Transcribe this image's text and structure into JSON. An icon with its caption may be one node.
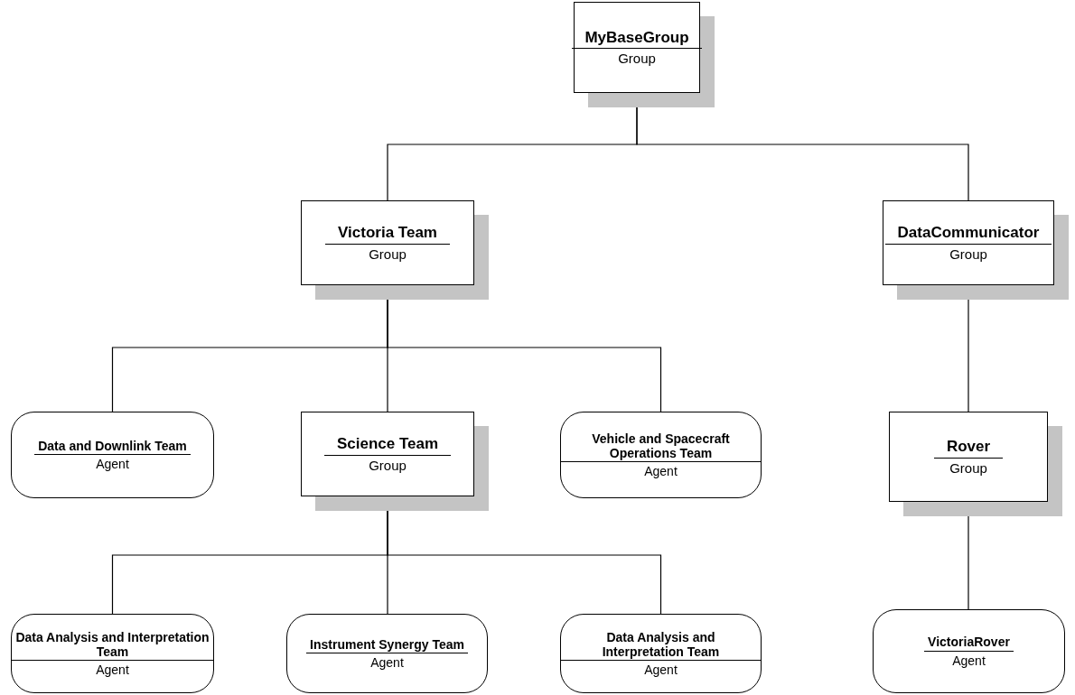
{
  "diagram": {
    "nodes": [
      {
        "text": [
          "MyBaseGroup",
          "Group"
        ]
      },
      {
        "text": [
          "Victoria Team",
          "Group"
        ]
      },
      {
        "text": [
          "DataCommunicator",
          "Group"
        ]
      },
      {
        "text": [
          "Data and Downlink Team",
          "Agent"
        ]
      },
      {
        "text": [
          "Science Team",
          "Group"
        ]
      },
      {
        "text": [
          "Vehicle and Spacecraft Operations Team",
          "Agent"
        ]
      },
      {
        "text": [
          "Rover",
          "Group"
        ]
      },
      {
        "text": [
          "Data Analysis and Interpretation Team",
          "Agent"
        ]
      },
      {
        "text": [
          "Instrument Synergy Team",
          "Agent"
        ]
      },
      {
        "text": [
          "Data Analysis and Interpretation Team",
          "Agent"
        ]
      },
      {
        "text": [
          "VictoriaRover",
          "Agent"
        ]
      }
    ],
    "edges": [
      {
        "from": 0,
        "to": 1,
        "arrow": "none"
      },
      {
        "from": 0,
        "to": 2,
        "arrow": "none"
      },
      {
        "from": 1,
        "to": 3,
        "arrow": "none"
      },
      {
        "from": 1,
        "to": 4,
        "arrow": "none"
      },
      {
        "from": 1,
        "to": 5,
        "arrow": "none"
      },
      {
        "from": 2,
        "to": 6,
        "arrow": "none"
      },
      {
        "from": 4,
        "to": 7,
        "arrow": "none"
      },
      {
        "from": 4,
        "to": 8,
        "arrow": "none"
      },
      {
        "from": 4,
        "to": 9,
        "arrow": "none"
      },
      {
        "from": 6,
        "to": 10,
        "arrow": "none"
      }
    ]
  }
}
